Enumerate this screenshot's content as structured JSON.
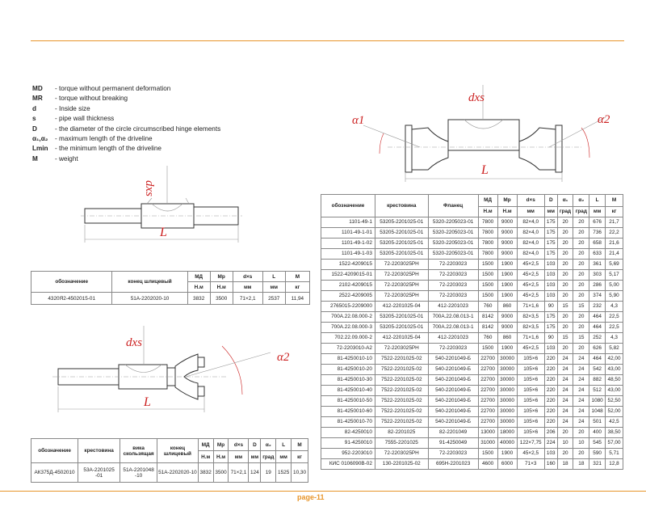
{
  "legend": [
    {
      "sym": "MD",
      "desc": "- torque without permanent deformation"
    },
    {
      "sym": "MR",
      "desc": "- torque without breaking"
    },
    {
      "sym": "d",
      "desc": "- Inside size"
    },
    {
      "sym": "s",
      "desc": "- pipe wall thickness"
    },
    {
      "sym": "D",
      "desc": "- the diameter of the circle circumscribed hinge elements"
    },
    {
      "sym": "α₁,α₂",
      "desc": "- maximum length of the driveline"
    },
    {
      "sym": "Lmin",
      "desc": "- the minimum length of the driveline"
    },
    {
      "sym": "M",
      "desc": "- weight"
    }
  ],
  "drawing_labels": {
    "dxs": "dxs",
    "L": "L",
    "a1": "α1",
    "a2": "α2"
  },
  "table1": {
    "headers": [
      "обозначение",
      "конец шлицевый",
      "МД",
      "Мр",
      "d×s",
      "L",
      "M"
    ],
    "units": [
      "Н.м",
      "Н.м",
      "мм",
      "мм",
      "кг"
    ],
    "row": [
      "4320Я2-4502015-01",
      "51А-2202020-10",
      "3832",
      "3500",
      "71×2,1",
      "2537",
      "11,94"
    ]
  },
  "table2": {
    "headers": [
      "обозначение",
      "крестовина",
      "вика скользящая",
      "конец шлицевый",
      "МД",
      "Мр",
      "d×s",
      "D",
      "α₂",
      "L",
      "M"
    ],
    "units": [
      "Н.м",
      "Н.м",
      "мм",
      "мм",
      "град",
      "мм",
      "кг"
    ],
    "row": [
      "АК375Д-4502010",
      "53А-2201025 -01",
      "51А-2201048 -10",
      "51А-2202020-10",
      "3832",
      "3500",
      "71×2,1",
      "124",
      "19",
      "1525",
      "10,30"
    ]
  },
  "table3": {
    "headers": [
      "обозначение",
      "крестовина",
      "Фланец",
      "МД",
      "Мр",
      "d×s",
      "D",
      "α₁",
      "α₂",
      "L",
      "M"
    ],
    "units": [
      "Н.м",
      "Н.м",
      "мм",
      "мм",
      "град",
      "град",
      "мм",
      "кг"
    ],
    "rows": [
      [
        "1101-49-1",
        "53205-2201025-01",
        "5320-2205023-01",
        "7800",
        "9000",
        "82×4,0",
        "175",
        "20",
        "20",
        "676",
        "21,7"
      ],
      [
        "1101-49-1-01",
        "53205-2201025-01",
        "5320-2205023-01",
        "7800",
        "9000",
        "82×4,0",
        "175",
        "20",
        "20",
        "736",
        "22,2"
      ],
      [
        "1101-49-1-02",
        "53205-2201025-01",
        "5320-2205023-01",
        "7800",
        "9000",
        "82×4,0",
        "175",
        "20",
        "20",
        "658",
        "21,6"
      ],
      [
        "1101-49-1-03",
        "53205-2201025-01",
        "5320-2205023-01",
        "7800",
        "9000",
        "82×4,0",
        "175",
        "20",
        "20",
        "633",
        "21,4"
      ],
      [
        "1522-4209015",
        "72-2203025РН",
        "72-2203023",
        "1500",
        "1900",
        "45×2,5",
        "103",
        "20",
        "20",
        "361",
        "5,69"
      ],
      [
        "1522-4209015-01",
        "72-2203025РН",
        "72-2203023",
        "1500",
        "1900",
        "45×2,5",
        "103",
        "20",
        "20",
        "303",
        "5,17"
      ],
      [
        "2102-4209015",
        "72-2203025РН",
        "72-2203023",
        "1500",
        "1900",
        "45×2,5",
        "103",
        "20",
        "20",
        "286",
        "5,00"
      ],
      [
        "2522-4209005",
        "72-2203025РН",
        "72-2203023",
        "1500",
        "1900",
        "45×2,5",
        "103",
        "20",
        "20",
        "374",
        "5,90"
      ],
      [
        "2765015-2209000",
        "412-2201025-04",
        "412-2201023",
        "760",
        "860",
        "71×1,6",
        "90",
        "15",
        "15",
        "232",
        "4,3"
      ],
      [
        "700А.22.08.000-2",
        "53205-2201025-01",
        "700А.22.08.013-1",
        "8142",
        "9000",
        "82×3,5",
        "175",
        "20",
        "20",
        "464",
        "22,5"
      ],
      [
        "700А.22.08.000-3",
        "53205-2201025-01",
        "700А.22.08.013-1",
        "8142",
        "9000",
        "82×3,5",
        "175",
        "20",
        "20",
        "464",
        "22,5"
      ],
      [
        "702.22.09.000-2",
        "412-2201025-04",
        "412-2201023",
        "760",
        "860",
        "71×1,6",
        "90",
        "15",
        "15",
        "252",
        "4,3"
      ],
      [
        "72-2203010-А2",
        "72-2203025РН",
        "72-2203023",
        "1500",
        "1900",
        "45×2,5",
        "103",
        "20",
        "20",
        "626",
        "5,82"
      ],
      [
        "81-4250010-10",
        "7522-2201025-02",
        "540-2201049-Б",
        "22700",
        "30000",
        "105×6",
        "220",
        "24",
        "24",
        "464",
        "42,00"
      ],
      [
        "81-4250010-20",
        "7522-2201025-02",
        "540-2201049-Б",
        "22700",
        "30000",
        "105×6",
        "220",
        "24",
        "24",
        "542",
        "43,00"
      ],
      [
        "81-4250010-30",
        "7522-2201025-02",
        "540-2201049-Б",
        "22700",
        "30000",
        "105×6",
        "220",
        "24",
        "24",
        "882",
        "48,50"
      ],
      [
        "81-4250010-40",
        "7522-2201025-02",
        "540-2201049-Б",
        "22700",
        "30000",
        "105×6",
        "220",
        "24",
        "24",
        "512",
        "43,00"
      ],
      [
        "81-4250010-50",
        "7522-2201025-02",
        "540-2201049-Б",
        "22700",
        "30000",
        "105×6",
        "220",
        "24",
        "24",
        "1080",
        "52,50"
      ],
      [
        "81-4250010-60",
        "7522-2201025-02",
        "540-2201049-Б",
        "22700",
        "30000",
        "105×6",
        "220",
        "24",
        "24",
        "1048",
        "52,00"
      ],
      [
        "81-4250010-70",
        "7522-2201025-02",
        "540-2201049-Б",
        "22700",
        "30000",
        "105×6",
        "220",
        "24",
        "24",
        "501",
        "42,5"
      ],
      [
        "82-4250010",
        "82-2201025",
        "82-2201049",
        "13000",
        "18000",
        "105×6",
        "206",
        "20",
        "20",
        "400",
        "38,50"
      ],
      [
        "91-4250010",
        "7555-2201025",
        "91-4250049",
        "31000",
        "40000",
        "122×7,75",
        "224",
        "10",
        "10",
        "545",
        "57,00"
      ],
      [
        "952-2203010",
        "72-2203025РН",
        "72-2203023",
        "1500",
        "1900",
        "45×2,5",
        "103",
        "20",
        "20",
        "590",
        "5,71"
      ],
      [
        "КИС 0106090В-02",
        "130-2201025-02",
        "695Н-2201023",
        "4600",
        "6000",
        "71×3",
        "160",
        "18",
        "18",
        "321",
        "12,8"
      ]
    ]
  },
  "footer": {
    "page": "page-11"
  }
}
